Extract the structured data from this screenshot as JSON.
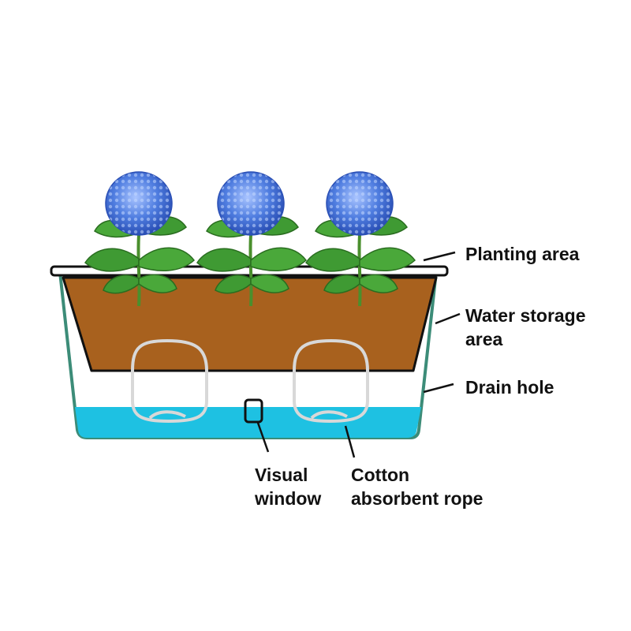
{
  "labels": {
    "planting_area": "Planting area",
    "water_storage_line1": "Water storage",
    "water_storage_line2": "area",
    "drain_hole": "Drain hole",
    "visual_window_line1": "Visual",
    "visual_window_line2": "window",
    "cotton_rope_line1": "Cotton",
    "cotton_rope_line2": "absorbent rope"
  },
  "colors": {
    "soil": "#a8611e",
    "water": "#1ec1e2",
    "pot_outline": "#3c8c78",
    "rim": "#ffffff",
    "rope": "#d8d8d8",
    "flower": "#4f7de0",
    "leaf": "#3f9a33",
    "label": "#111111"
  },
  "icons": [
    "hydrangea-flower-icon",
    "hydrangea-flower-icon",
    "hydrangea-flower-icon"
  ]
}
